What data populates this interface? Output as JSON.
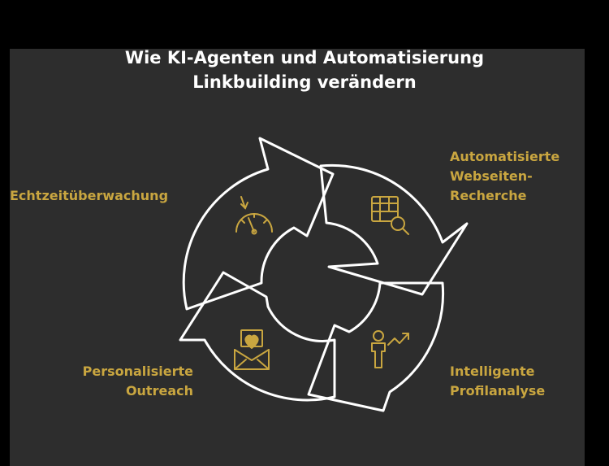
{
  "title_line1": "Wie KI-Agenten und Automatisierung",
  "title_line2": "Linkbuilding verändern",
  "colors": {
    "background": "#2d2d2d",
    "accent": "#c9a640",
    "outline": "#ffffff",
    "title": "#ffffff"
  },
  "steps": [
    {
      "line1": "Echtzeitüberwachung",
      "icon": "speedometer-icon"
    },
    {
      "line1": "Automatisierte",
      "line2": "Webseiten-",
      "line3": "Recherche",
      "icon": "table-search-icon"
    },
    {
      "line1": "Intelligente",
      "line2": "Profilanalyse",
      "icon": "person-growth-icon"
    },
    {
      "line1": "Personalisierte",
      "line2": "Outreach",
      "icon": "heart-envelope-icon"
    }
  ]
}
